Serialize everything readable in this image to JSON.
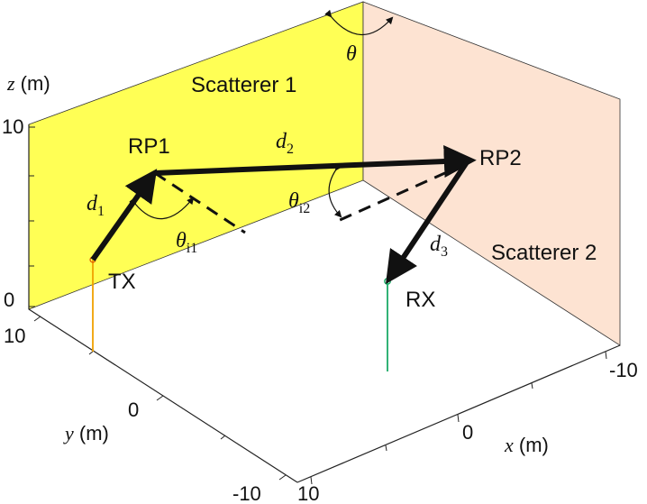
{
  "colors": {
    "scatterer1_fill": "#ffff55",
    "scatterer2_fill": "#fde3d2",
    "tx_line": "#f0a000",
    "rx_line": "#1aaa66",
    "arrow": "#111111",
    "axis": "#222222"
  },
  "labels": {
    "scatterer1": "Scatterer 1",
    "scatterer2": "Scatterer 2",
    "rp1": "RP1",
    "rp2": "RP2",
    "tx": "TX",
    "rx": "RX",
    "theta": "θ",
    "d1": "d",
    "d1_sub": "1",
    "d2": "d",
    "d2_sub": "2",
    "d3": "d",
    "d3_sub": "3",
    "theta_i1": "θ",
    "theta_i1_sub": "i1",
    "theta_i2": "θ",
    "theta_i2_sub": "i2"
  },
  "axes": {
    "z_label_var": "z",
    "z_label_unit": " (m)",
    "y_label_var": "y",
    "y_label_unit": " (m)",
    "x_label_var": "x",
    "x_label_unit": " (m)",
    "z_ticks": [
      "10",
      "0"
    ],
    "y_ticks": [
      "10",
      "0",
      "-10"
    ],
    "x_ticks": [
      "10",
      "0",
      "-10"
    ]
  }
}
